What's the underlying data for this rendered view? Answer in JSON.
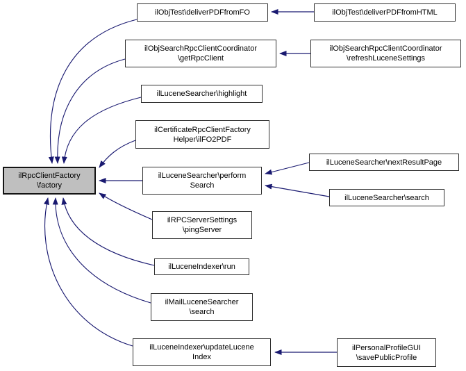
{
  "diagram": {
    "type": "call-graph",
    "background_color": "#ffffff",
    "edge_color": "#191970",
    "node_border_color": "#2e2e2e",
    "node_fill_color": "#ffffff",
    "focus_node_fill_color": "#bfbfbf",
    "nodes": {
      "factory": {
        "label": "ilRpcClientFactory\n\\factory",
        "focus": true
      },
      "deliver_pdf_from_fo": {
        "label": "ilObjTest\\deliverPDFfromFO"
      },
      "deliver_pdf_from_html": {
        "label": "ilObjTest\\deliverPDFfromHTML"
      },
      "get_rpc_client": {
        "label": "ilObjSearchRpcClientCoordinator\n\\getRpcClient"
      },
      "refresh_lucene_settings": {
        "label": "ilObjSearchRpcClientCoordinator\n\\refreshLuceneSettings"
      },
      "highlight": {
        "label": "ilLuceneSearcher\\highlight"
      },
      "ilfo2pdf": {
        "label": "ilCertificateRpcClientFactory\nHelper\\ilFO2PDF"
      },
      "perform_search": {
        "label": "ilLuceneSearcher\\perform\nSearch"
      },
      "next_result_page": {
        "label": "ilLuceneSearcher\\nextResultPage"
      },
      "lucene_search": {
        "label": "ilLuceneSearcher\\search"
      },
      "ping_server": {
        "label": "ilRPCServerSettings\n\\pingServer"
      },
      "lucene_indexer_run": {
        "label": "ilLuceneIndexer\\run"
      },
      "mail_lucene_search": {
        "label": "ilMailLuceneSearcher\n\\search"
      },
      "update_lucene_index": {
        "label": "ilLuceneIndexer\\updateLucene\nIndex"
      },
      "save_public_profile": {
        "label": "ilPersonalProfileGUI\n\\savePublicProfile"
      }
    },
    "edges": [
      {
        "source": "deliver_pdf_from_fo",
        "target": "factory"
      },
      {
        "source": "get_rpc_client",
        "target": "factory"
      },
      {
        "source": "highlight",
        "target": "factory"
      },
      {
        "source": "ilfo2pdf",
        "target": "factory"
      },
      {
        "source": "perform_search",
        "target": "factory"
      },
      {
        "source": "ping_server",
        "target": "factory"
      },
      {
        "source": "lucene_indexer_run",
        "target": "factory"
      },
      {
        "source": "mail_lucene_search",
        "target": "factory"
      },
      {
        "source": "update_lucene_index",
        "target": "factory"
      },
      {
        "source": "deliver_pdf_from_html",
        "target": "deliver_pdf_from_fo"
      },
      {
        "source": "refresh_lucene_settings",
        "target": "get_rpc_client"
      },
      {
        "source": "next_result_page",
        "target": "perform_search"
      },
      {
        "source": "lucene_search",
        "target": "perform_search"
      },
      {
        "source": "save_public_profile",
        "target": "update_lucene_index"
      }
    ]
  }
}
